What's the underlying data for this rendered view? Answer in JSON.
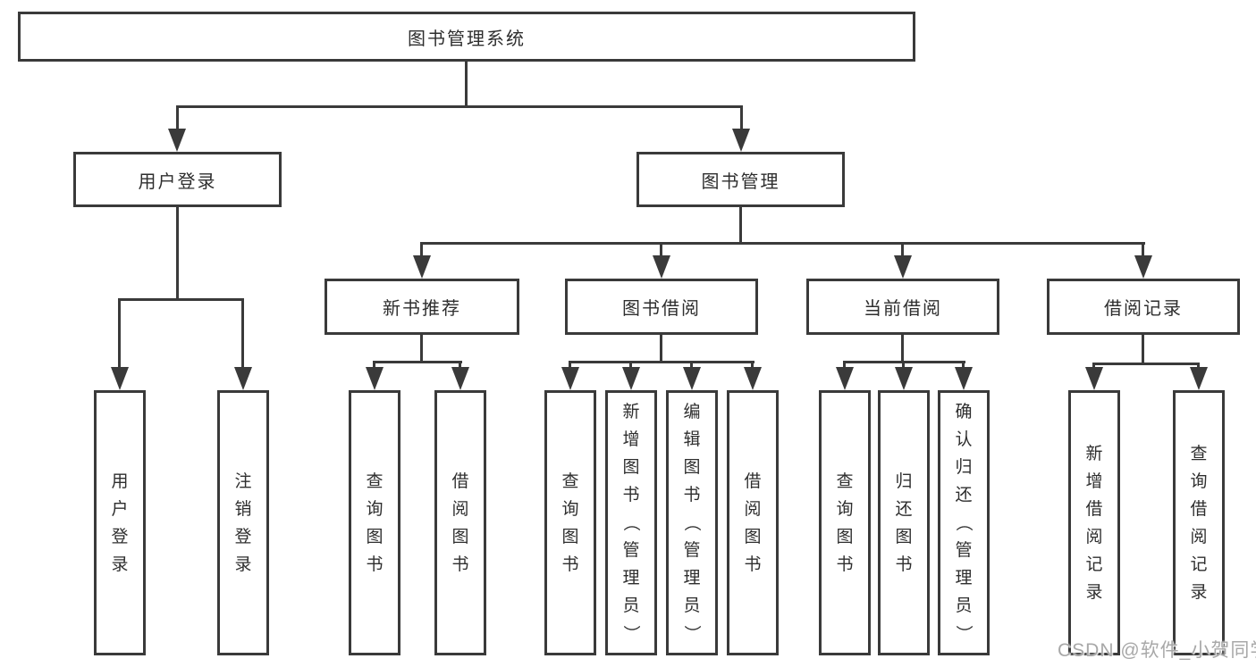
{
  "colors": {
    "line": "#3a3a3a",
    "text": "#2e2e2e",
    "box_background": "#ffffff",
    "watermark": "#a8a8a8"
  },
  "tree": {
    "root": {
      "label": "图书管理系统"
    },
    "level2": [
      {
        "label": "用户登录",
        "children": [
          "用户登录",
          "注销登录"
        ]
      },
      {
        "label": "图书管理"
      }
    ],
    "level3": [
      {
        "label": "新书推荐",
        "children": [
          "查询图书",
          "借阅图书"
        ]
      },
      {
        "label": "图书借阅",
        "children": [
          "查询图书",
          "新增图书（管理员）",
          "编辑图书（管理员）",
          "借阅图书"
        ]
      },
      {
        "label": "当前借阅",
        "children": [
          "查询图书",
          "归还图书",
          "确认归还（管理员）"
        ]
      },
      {
        "label": "借阅记录",
        "children": [
          "新增借阅记录",
          "查询借阅记录"
        ]
      }
    ]
  },
  "watermark": "CSDN @软件_小贺同学"
}
